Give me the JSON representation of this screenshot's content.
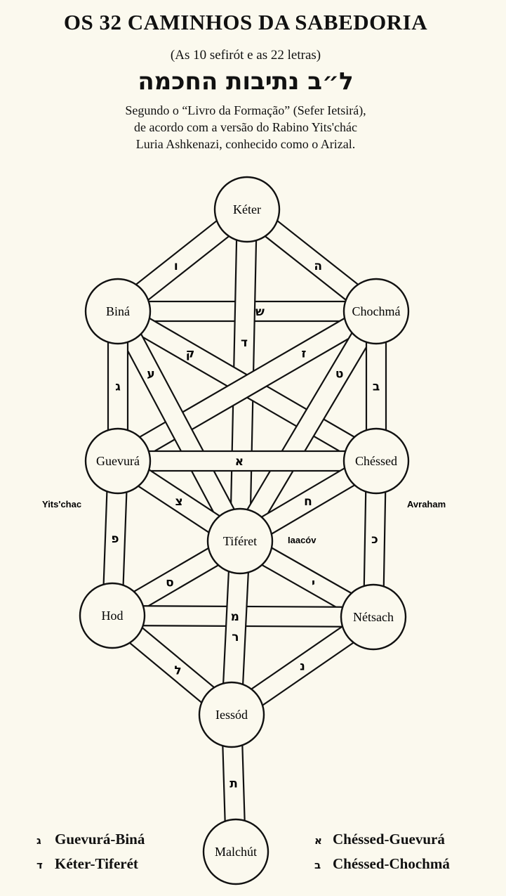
{
  "header": {
    "title": "OS 32 CAMINHOS DA SABEDORIA",
    "subtitle": "(As 10 sefirót e as 22 letras)",
    "hebrew_title": "ל״ב נתיבות החכמה",
    "description_lines": [
      "Segundo o “Livro da Formação” (Sefer Ietsirá),",
      "de acordo com a versão do Rabino Yits'chác",
      "Luria Ashkenazi, conhecido como o Arizal."
    ]
  },
  "sefirot": {
    "keter": "Kéter",
    "bina": "Biná",
    "chochma": "Chochmá",
    "guevura": "Guevurá",
    "chessed": "Chéssed",
    "tiferet": "Tiféret",
    "hod": "Hod",
    "netsach": "Nétsach",
    "iessod": "Iessód",
    "malchut": "Malchút"
  },
  "path_letters": {
    "keter_bina": "ו",
    "keter_chochma": "ה",
    "bina_chochma": "ש",
    "keter_tiferet": "ד",
    "bina_chessed": "ק",
    "chochma_guevura": "ז",
    "bina_tiferet": "ע",
    "chochma_tiferet": "ט",
    "bina_guevura": "ג",
    "chochma_chessed": "ב",
    "guevura_chessed": "א",
    "guevura_tiferet": "צ",
    "chessed_tiferet": "ח",
    "guevura_hod": "פ",
    "chessed_netsach": "כ",
    "tiferet_hod": "ס",
    "tiferet_netsach": "י",
    "hod_netsach": "מ",
    "tiferet_iessod": "ר",
    "hod_iessod": "ל",
    "netsach_iessod": "נ",
    "iessod_malchut": "ת"
  },
  "side_labels": {
    "left": "Yits'chac",
    "right": "Avraham",
    "center": "Iaacóv"
  },
  "legend": {
    "left": [
      {
        "letter": "ג",
        "text": "Guevurá-Biná"
      },
      {
        "letter": "ד",
        "text": "Kéter-Tiferét"
      }
    ],
    "right": [
      {
        "letter": "א",
        "text": "Chéssed-Guevurá"
      },
      {
        "letter": "ב",
        "text": "Chéssed-Chochmá"
      }
    ]
  }
}
